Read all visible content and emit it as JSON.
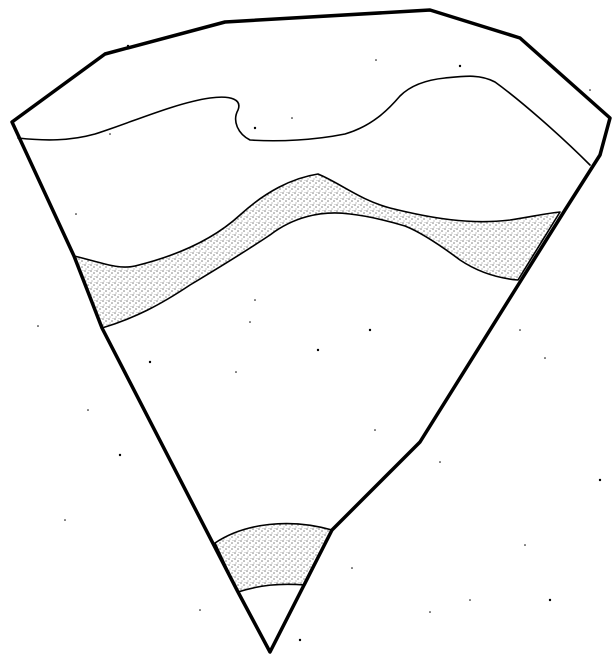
{
  "figure": {
    "background": "#ffffff",
    "ink_color": "#000000",
    "stipple_color": "#9a9a9a",
    "layers": [
      {
        "id": "upper-layer",
        "pattern": "blank"
      },
      {
        "id": "upper-stippled-band",
        "pattern": "stippled"
      },
      {
        "id": "middle-layer",
        "pattern": "blank"
      },
      {
        "id": "lower-stippled-band",
        "pattern": "stippled"
      },
      {
        "id": "bottom-tip",
        "pattern": "blank"
      }
    ]
  }
}
